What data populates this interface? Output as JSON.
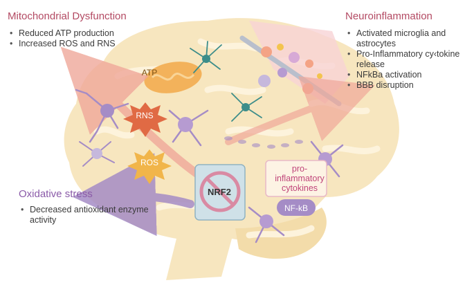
{
  "mitochondrial": {
    "title": "Mitochondrial Dysfunction",
    "bullets": [
      "Reduced ATP production",
      "Increased ROS and RNS"
    ]
  },
  "neuroinflammation": {
    "title": "Neuroinflammation",
    "bullets": [
      "Activated microglia and astrocytes",
      "Pro-Inflammatory cy‹tokine release",
      "NFkBa activation",
      "BBB disruption"
    ]
  },
  "oxidative": {
    "title": "Oxidative stress",
    "bullets": [
      "Decreased antioxidant enzyme activity"
    ]
  },
  "labels": {
    "atp": "ATP",
    "rns": "RNS",
    "ros": "ROS",
    "nrf2": "NRF2",
    "cytokines": "pro-inflammatory cytokines",
    "nfkb": "NF-kB"
  },
  "colors": {
    "brain": "#f7e6bf",
    "brain_fold": "#fdf3dc",
    "title_accent": "#b34a63",
    "oxidative_accent": "#8a5aa8",
    "neuron_purple": "#a58cc6",
    "neuron_teal": "#3c8d8a",
    "rns_star": "#e06a44",
    "ros_star": "#f1b54a",
    "mitochondrion": "#f3b25b",
    "nrf2_box": "#cfe1e8",
    "inhibit_ring": "#d98aa3",
    "nfkb_pill": "#a58cc6",
    "bbb_band": "#f8d3d6",
    "arrow_pink": "#f0a89a",
    "arrow_purple": "#a58cc6"
  }
}
